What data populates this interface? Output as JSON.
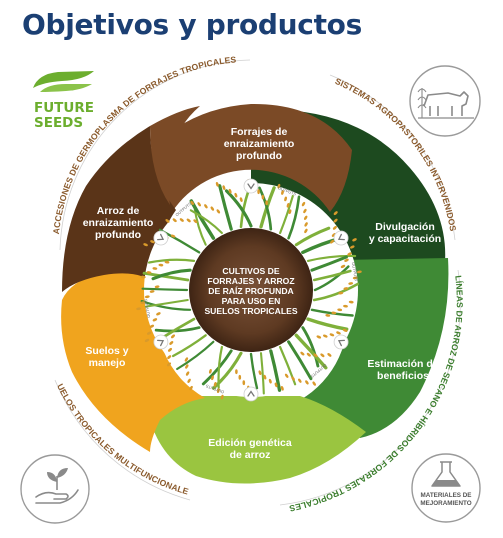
{
  "title": "Objetivos y productos",
  "logo": {
    "line1": "FUTURE",
    "line2": "SEEDS"
  },
  "center": {
    "lines": [
      "CULTIVOS DE",
      "FORRAJES Y ARROZ",
      "DE RAÍZ PROFUNDA",
      "PARA USO EN",
      "SUELOS TROPICALES"
    ]
  },
  "segments": {
    "forrajes": [
      "Forrajes de",
      "enraizamiento",
      "profundo"
    ],
    "divulgacion": [
      "Divulgación",
      "y capacitación"
    ],
    "estimacion": [
      "Estimación de",
      "beneficios"
    ],
    "edicion": [
      "Edición genética",
      "de arroz"
    ],
    "suelos": [
      "Suelos y",
      "manejo"
    ],
    "arroz": [
      "Arroz de",
      "enraizamiento",
      "profundo"
    ]
  },
  "ring_labels": {
    "top_left": "ACCESIONES DE GERMOPLASMA DE FORRAJES TROPICALES",
    "top_right": "SISTEMAS AGROPASTORILES INTERVENIDOS",
    "bottom_right": "LÍNEAS DE ARROZ DE SECANO E HÍBRIDOS DE FORRAJES TROPICALES",
    "bottom_left": "SUELOS TROPICALES MULTIFUNCIONALES"
  },
  "icons": {
    "materials_label": [
      "MATERIALES DE",
      "MEJORAMIENTO"
    ],
    "cattle": "cattle-icon",
    "plant_hand": "plant-hand-icon",
    "flask": "flask-icon"
  },
  "inner_ring_tiny_labels": [
    "OUTPUTS",
    "OUTPUTS",
    "OUTPUTS",
    "OUTPUTS",
    "OUTPUTS",
    "OUTPUTS"
  ],
  "colors": {
    "title": "#1b3f73",
    "brown": "#7b4a26",
    "dark_brown": "#5a3418",
    "dark_green": "#1d4a1f",
    "mid_green": "#3f8a35",
    "light_green": "#9ac540",
    "orange": "#f0a41e",
    "ring_brown": "#8a5a2c",
    "ring_green": "#3a7d2c"
  }
}
